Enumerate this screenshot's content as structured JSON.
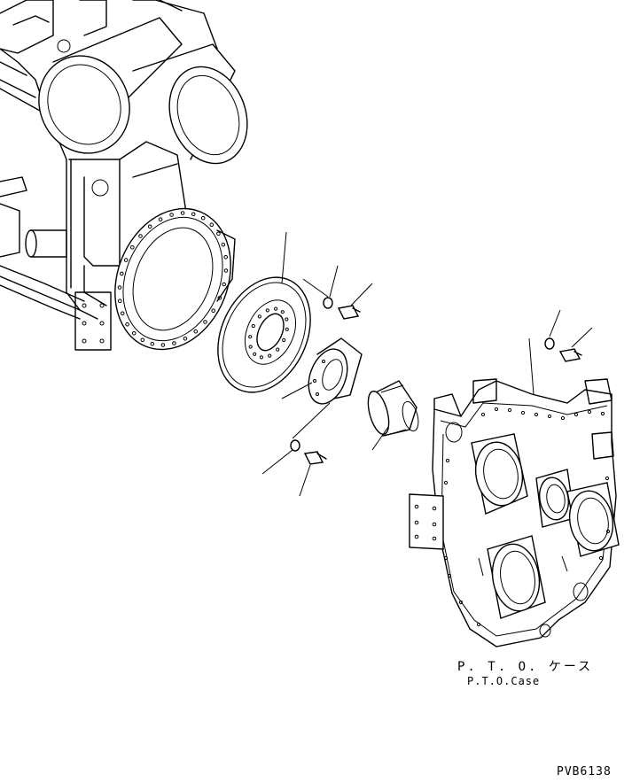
{
  "labels": {
    "case_jp": "P. T. O. ケース",
    "case_en": "P.T.O.Case"
  },
  "drawing_code": "PVB6138"
}
